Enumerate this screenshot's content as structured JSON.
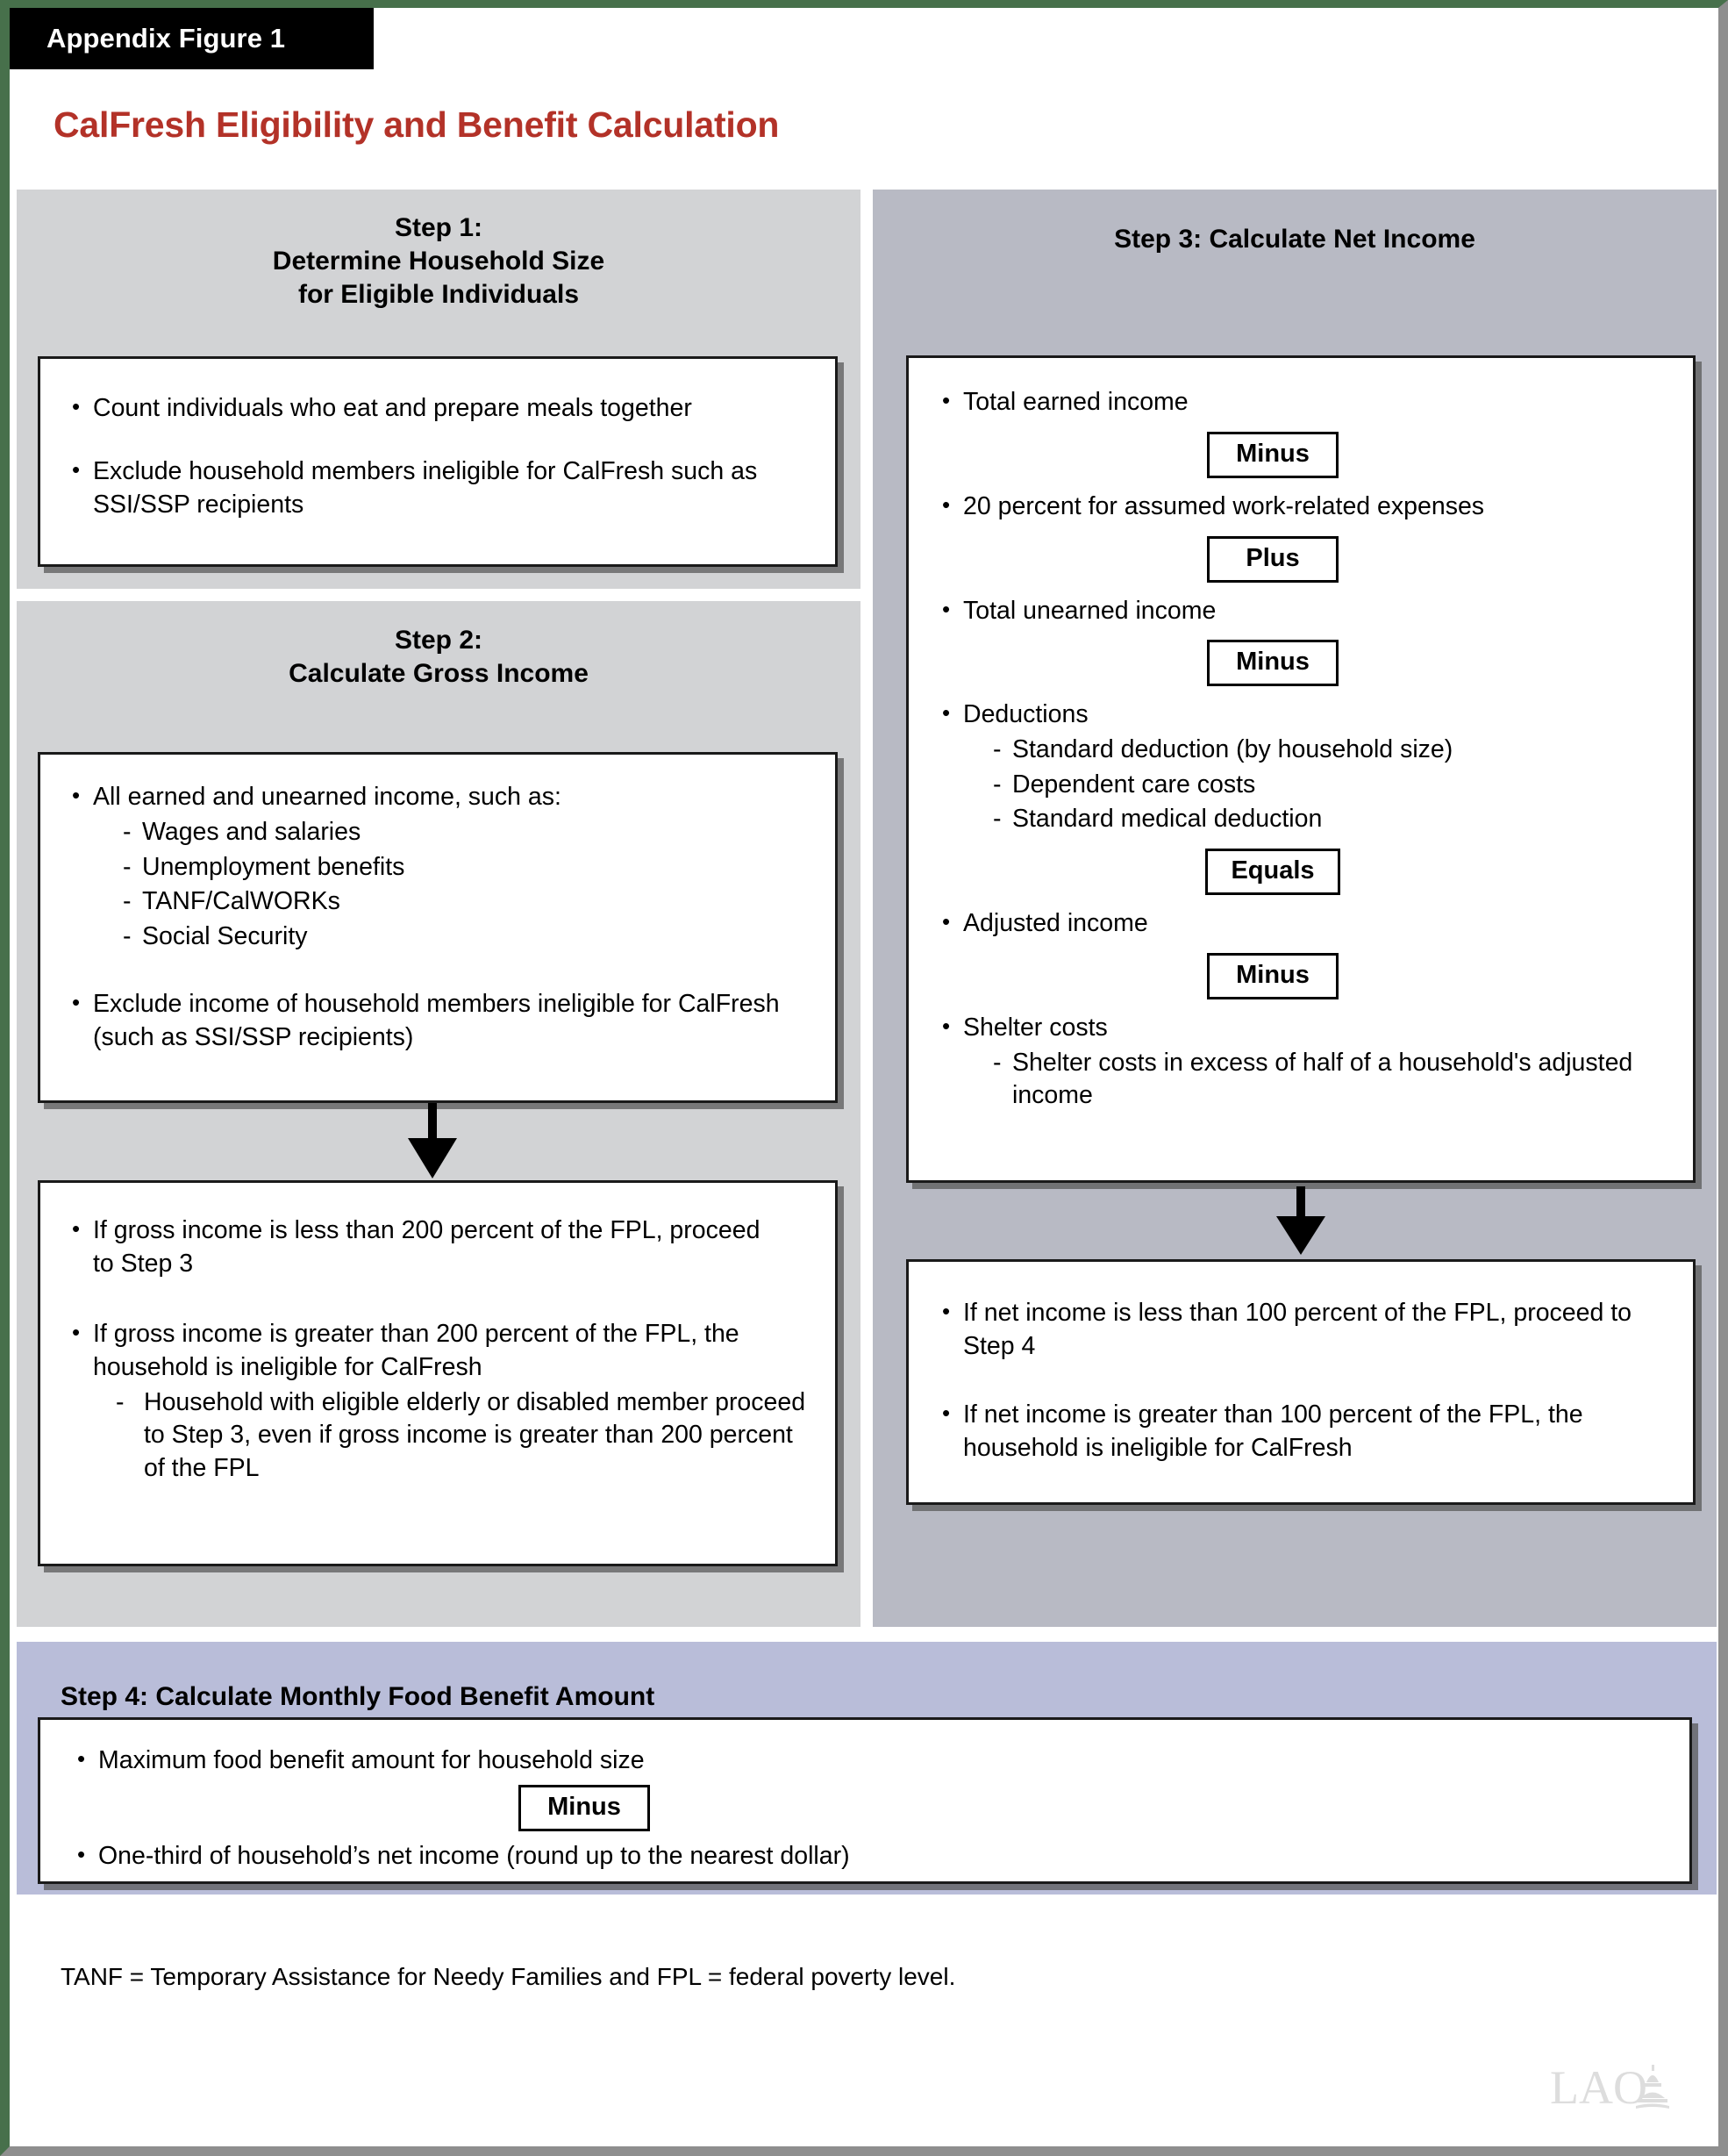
{
  "header": {
    "figure_tab": "Appendix Figure 1",
    "title": "CalFresh Eligibility and Benefit Calculation",
    "title_color": "#B33228",
    "tab_background": "#000000",
    "border_color": "#47704B"
  },
  "step1": {
    "heading_line1": "Step 1:",
    "heading_line2": "Determine Household Size",
    "heading_line3": "for Eligible Individuals",
    "panel_color": "#D2D3D5",
    "bullets": [
      "Count individuals who eat and prepare meals together",
      "Exclude household members ineligible for CalFresh such as SSI/SSP recipients"
    ]
  },
  "step2": {
    "heading_line1": "Step 2:",
    "heading_line2": "Calculate Gross Income",
    "panel_color": "#D2D3D5",
    "bullets": [
      "All earned and unearned income, such as:",
      "Exclude income of household members ineligible for CalFresh (such as SSI/SSP recipients)"
    ],
    "income_types": [
      "Wages and salaries",
      "Unemployment benefits",
      "TANF/CalWORKs",
      "Social Security"
    ],
    "outcome_bullets": [
      "If gross income is less than 200 percent of the FPL, proceed to Step 3",
      "If gross income is greater than 200 percent of the FPL, the household is ineligible for CalFresh"
    ],
    "outcome_subbullets": [
      "Household with eligible elderly or disabled member proceed to Step 3, even if gross income is greater than 200 percent of the FPL"
    ]
  },
  "step3": {
    "heading": "Step 3: Calculate Net Income",
    "panel_color": "#B8BAC4",
    "lines": [
      {
        "type": "bullet",
        "text": "Total earned income"
      },
      {
        "type": "operator",
        "text": "Minus"
      },
      {
        "type": "bullet",
        "text": "20 percent for assumed work-related expenses"
      },
      {
        "type": "operator",
        "text": "Plus"
      },
      {
        "type": "bullet",
        "text": "Total unearned income"
      },
      {
        "type": "operator",
        "text": "Minus"
      },
      {
        "type": "bullet",
        "text": "Deductions"
      },
      {
        "type": "operator",
        "text": "Equals"
      },
      {
        "type": "bullet",
        "text": "Adjusted income"
      },
      {
        "type": "operator",
        "text": "Minus"
      },
      {
        "type": "bullet",
        "text": "Shelter costs"
      }
    ],
    "deductions": [
      "Standard deduction (by household size)",
      "Dependent care costs",
      "Standard medical deduction"
    ],
    "shelter_subbullets": [
      "Shelter costs in excess of half of a household's adjusted income"
    ],
    "outcome_bullets": [
      "If net income is less than 100 percent of the FPL, proceed to Step 4",
      "If net income is greater than 100 percent of the FPL, the household is ineligible for CalFresh"
    ]
  },
  "step4": {
    "heading": "Step 4: Calculate Monthly Food Benefit Amount",
    "panel_color": "#B9BDD9",
    "bullets": [
      "Maximum food benefit amount for household size",
      "One-third of household’s net income (round up to the nearest dollar)"
    ],
    "operator": "Minus"
  },
  "footnote": {
    "text": "TANF = Temporary Assistance for Needy Families and FPL = federal poverty level."
  },
  "logo": {
    "text": "LAO"
  }
}
